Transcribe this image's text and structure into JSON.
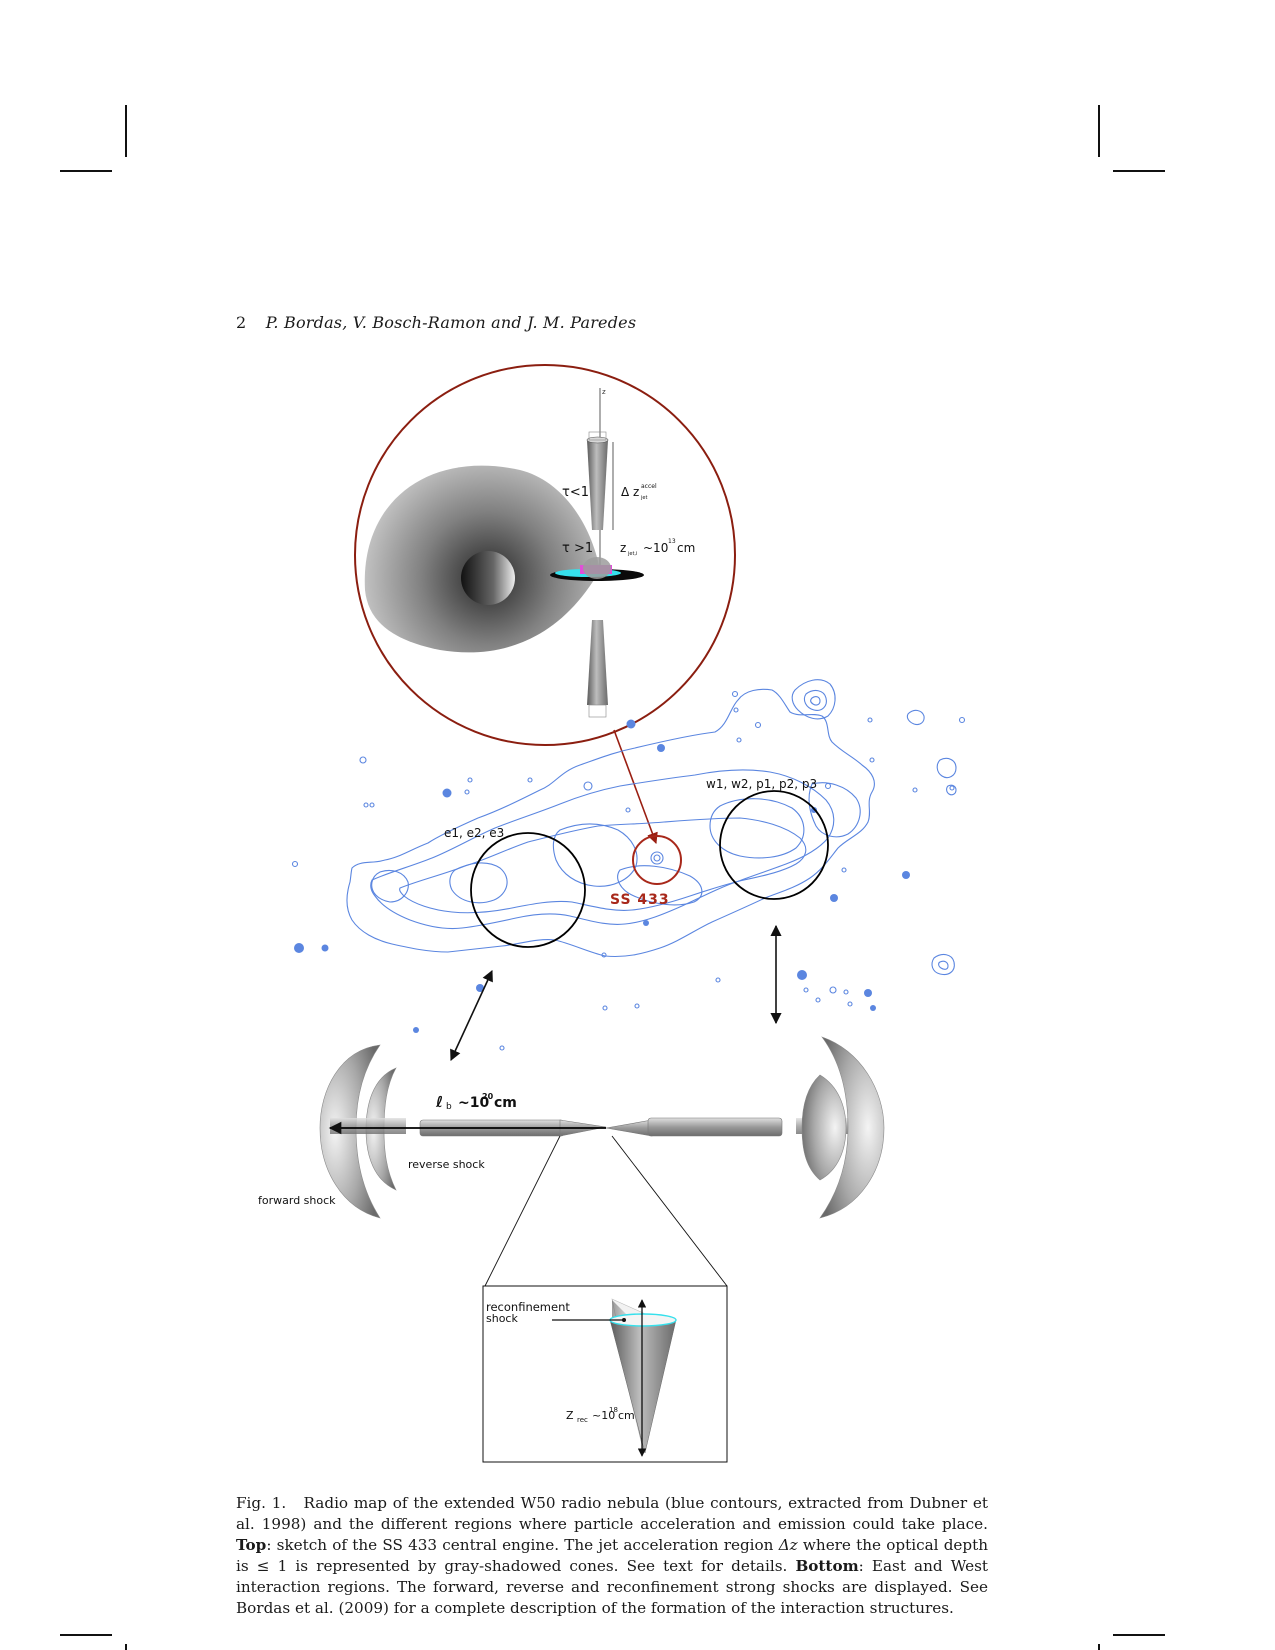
{
  "header": {
    "page_number": "2",
    "authors": "P. Bordas, V. Bosch-Ramon and J. M. Paredes"
  },
  "figure": {
    "inset_top": {
      "z_axis": "z",
      "tau_lt1": "τ<1",
      "tau_gt1": "τ >1",
      "delta_z": "Δ z",
      "delta_z_sup": "accel",
      "delta_z_sub": "jet",
      "z_jet_main": "z",
      "z_jet_sub": "jet,i",
      "z_jet_value": "~10",
      "z_jet_exp": "13",
      "z_jet_unit": "cm"
    },
    "map": {
      "west_label": "w1, w2, p1, p2, p3",
      "east_label": "e1, e2, e3",
      "source_label": "SS 433"
    },
    "bottom": {
      "lb_label": "ℓ",
      "lb_sub": "b",
      "lb_value": "~10",
      "lb_exp": "20",
      "lb_unit": "cm",
      "reverse_shock": "reverse shock",
      "forward_shock": "forward shock"
    },
    "reconf_inset": {
      "label_line1": "reconfinement",
      "label_line2": "shock",
      "zrec_main": "Z",
      "zrec_sub": "rec",
      "zrec_value": "~10",
      "zrec_exp": "18",
      "zrec_unit": "cm"
    },
    "colors": {
      "contour_blue": "#5b86e0",
      "ring_red": "#8b1e10",
      "ss433_red": "#a8281a",
      "disk_cyan": "#36e0ec",
      "disk_magenta": "#e04ed8"
    }
  },
  "caption": {
    "fig_label": "Fig. 1.",
    "part1": "Radio map of the extended W50 radio nebula (blue contours, extracted from Dubner et al. 1998) and the different regions where particle acceleration and emission could take place.",
    "top_word": "Top",
    "part2": ": sketch of the SS 433 central engine. The jet acceleration region",
    "dz_symbol": "Δz",
    "part3": "where the optical depth is ≤ 1 is represented by gray-shadowed cones. See text for details.",
    "bottom_word": "Bottom",
    "part4": ": East and West interaction regions. The forward, reverse and reconfinement strong shocks are displayed. See Bordas et al. (2009) for a complete description of the formation of the interaction structures."
  }
}
